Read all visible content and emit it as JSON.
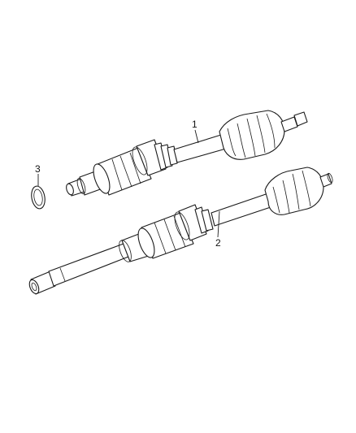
{
  "callouts": {
    "part1": "1",
    "part2": "2",
    "part3": "3"
  },
  "icons": [
    "upper-axle-shaft",
    "lower-axle-shaft",
    "seal-ring"
  ],
  "colors": {
    "line": "#1a1a1a",
    "background": "#ffffff"
  }
}
